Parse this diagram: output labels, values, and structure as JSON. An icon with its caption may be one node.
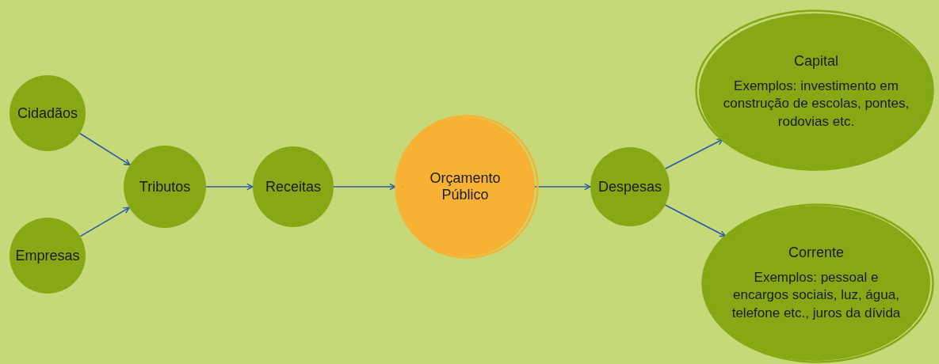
{
  "diagram": {
    "nodes": [
      {
        "text": [
          "Cidadãos"
        ]
      },
      {
        "text": [
          "Empresas"
        ]
      },
      {
        "text": [
          "Tributos"
        ]
      },
      {
        "text": [
          "Receitas"
        ]
      },
      {
        "text": [
          "Orçamento Público"
        ]
      },
      {
        "text": [
          "Despesas"
        ]
      },
      {
        "text": [
          "Capital",
          "Exemplos: investimento em construção de escolas, pontes, rodovias etc."
        ]
      },
      {
        "text": [
          "Corrente",
          "Exemplos: pessoal e encargos sociais, luz, água, telefone etc., juros da dívida"
        ]
      }
    ],
    "edges": [
      {
        "from": 0,
        "to": 2,
        "arrow": "to"
      },
      {
        "from": 1,
        "to": 2,
        "arrow": "to"
      },
      {
        "from": 2,
        "to": 3,
        "arrow": "to"
      },
      {
        "from": 3,
        "to": 4,
        "arrow": "to"
      },
      {
        "from": 4,
        "to": 5,
        "arrow": "to"
      },
      {
        "from": 5,
        "to": 6,
        "arrow": "to"
      },
      {
        "from": 5,
        "to": 7,
        "arrow": "to"
      }
    ]
  }
}
